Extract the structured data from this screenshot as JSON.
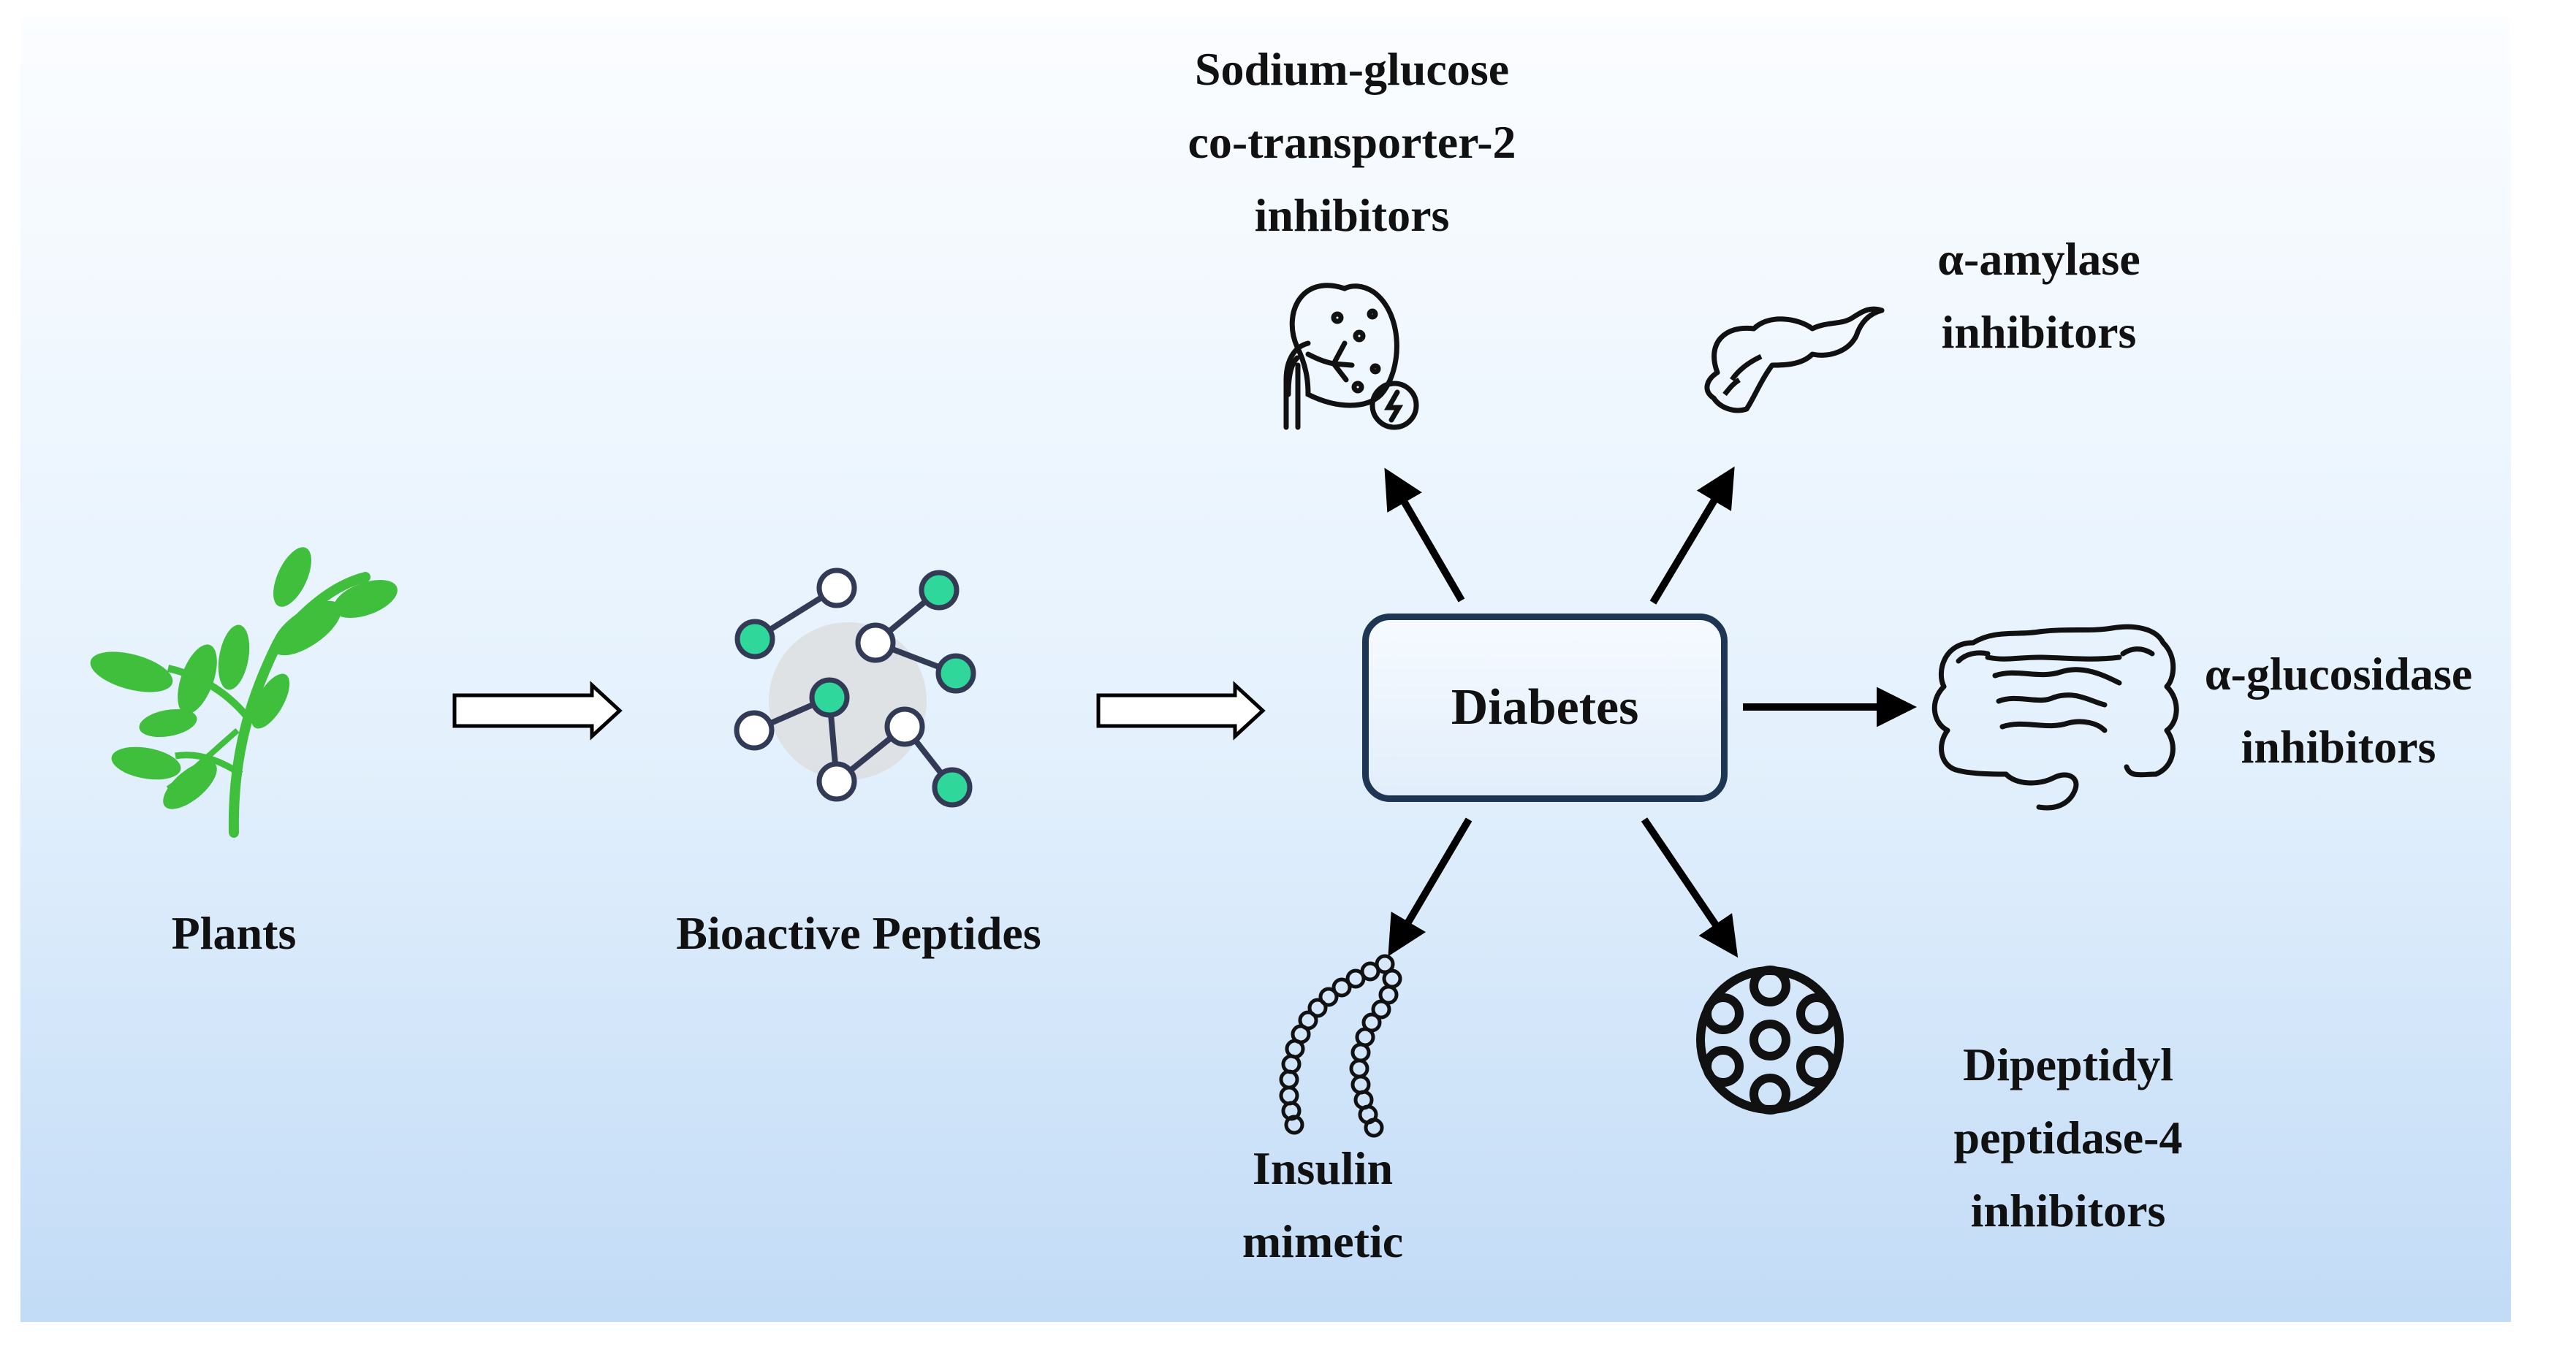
{
  "sources": {
    "plants": "Plants",
    "peptides": "Bioactive Peptides"
  },
  "center": "Diabetes",
  "targets": {
    "sglt2": [
      "Sodium-glucose",
      "co-transporter-2",
      "inhibitors"
    ],
    "amylase": [
      "α-amylase",
      "inhibitors"
    ],
    "glucosidase": [
      "α-glucosidase",
      "inhibitors"
    ],
    "dpp4": [
      "Dipeptidyl",
      "peptidase-4",
      "inhibitors"
    ],
    "insulin": [
      "Insulin",
      "mimetic"
    ]
  },
  "icons": {
    "plants": "plant-sprig-icon",
    "peptides": "peptide-network-icon",
    "sglt2": "kidney-icon",
    "amylase": "pancreas-icon",
    "glucosidase": "intestine-icon",
    "dpp4": "dpp4-enzyme-icon",
    "insulin": "insulin-chain-icon"
  },
  "colors": {
    "leaf": "#3fbf3c",
    "node_fill": "#2fd79a",
    "box_border": "#1e3553",
    "arrow": "#000000"
  }
}
